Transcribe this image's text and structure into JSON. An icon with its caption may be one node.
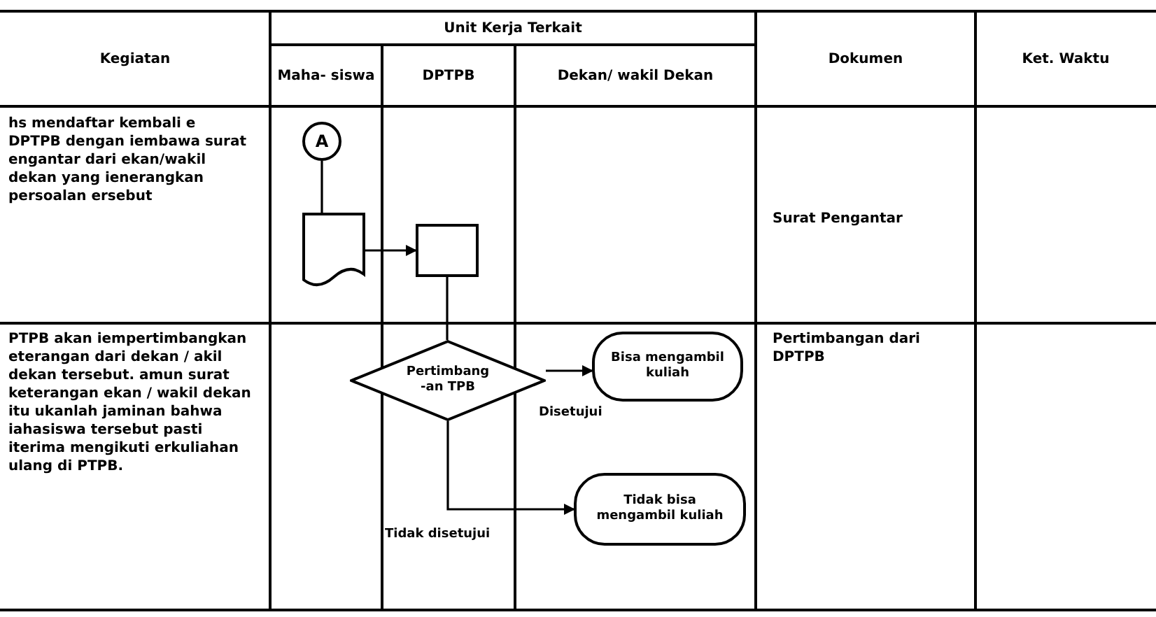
{
  "diagram": {
    "nodes": [
      {
        "text": [
          "A"
        ]
      },
      {
        "text": [],
        "shape": "document"
      },
      {
        "text": [],
        "shape": "box"
      },
      {
        "text": [
          "Pertimbang -an TPB"
        ]
      },
      {
        "text": [
          "Bisa mengambil kuliah"
        ]
      },
      {
        "text": [
          "Tidak bisa mengambil kuliah"
        ]
      }
    ],
    "edges": [
      {
        "from": 0,
        "to": 1,
        "arrow": "none"
      },
      {
        "from": 1,
        "to": 2,
        "arrow": "to"
      },
      {
        "from": 2,
        "to": 3,
        "arrow": "none"
      },
      {
        "from": 3,
        "to": 4,
        "arrow": "to",
        "label": "Disetujui"
      },
      {
        "from": 3,
        "to": 5,
        "arrow": "to",
        "label": "Tidak disetujui"
      }
    ],
    "labels": [
      "Kegiatan",
      "Unit Kerja Terkait",
      "Dokumen",
      "Ket. Waktu",
      "Maha- siswa",
      "DPTPB",
      "Dekan/ wakil Dekan",
      "hs mendaftar kembali e DPTPB dengan iembawa surat engantar dari ekan/wakil dekan yang ienerangkan persoalan ersebut",
      "Surat Pengantar",
      "PTPB akan iempertimbangkan eterangan dari dekan / akil dekan tersebut. amun surat keterangan ekan / wakil dekan itu ukanlah jaminan bahwa iahasiswa tersebut pasti iterima mengikuti erkuliahan ulang di PTPB.",
      "Pertimbangan dari DPTPB"
    ]
  }
}
